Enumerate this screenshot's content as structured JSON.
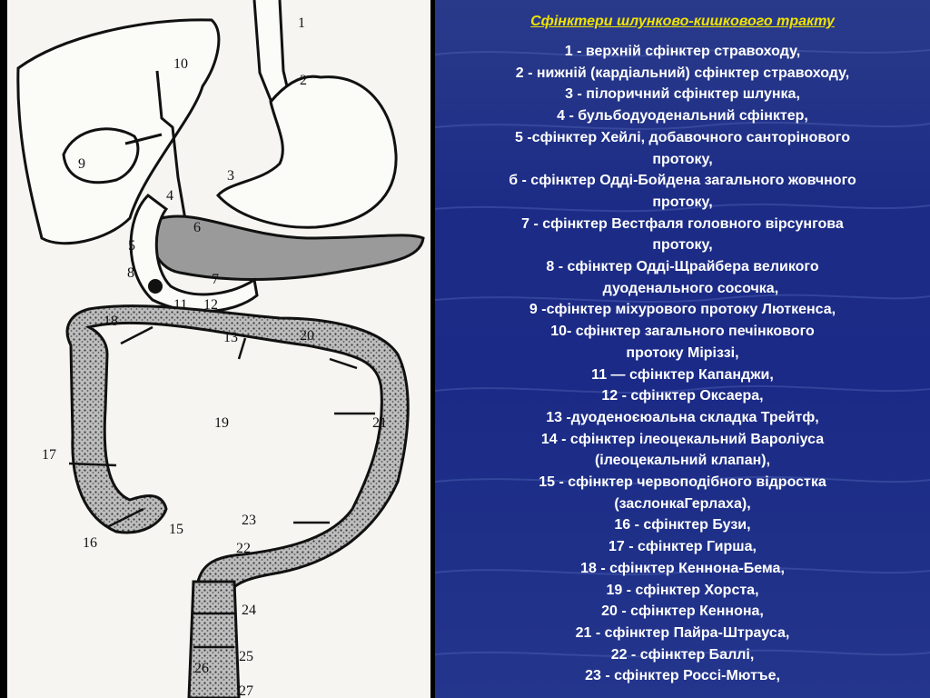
{
  "diagram": {
    "labels": [
      "1",
      "2",
      "3",
      "4",
      "5",
      "6",
      "7",
      "8",
      "9",
      "10",
      "11",
      "12",
      "13",
      "18",
      "19",
      "20",
      "21",
      "17",
      "15",
      "16",
      "23",
      "22",
      "24",
      "25",
      "26",
      "27"
    ]
  },
  "legend": {
    "title": "Сфінктери шлунково-кишкового тракту",
    "lines": [
      "1 - верхній сфінктер стравоходу,",
      "2 - нижній (кардіальний) сфінктер стравоходу,",
      "3 - пілоричний сфінктер шлунка,",
      "4 - бульбодуоденальний сфінктер,",
      "5 -сфінктер Хейлі, добавочного санторінового",
      "протоку,",
      "б - сфінктер Одді-Бойдена загального жовчного",
      "протоку,",
      "7 - сфінктер Вестфаля головного вірсунгова",
      "протоку,",
      "8 - сфінктер Одді-Щрайбера великого",
      "    дуоденального сосочка,",
      "9 -сфінктер міхурового протоку Люткенса,",
      "10- сфінктер загального печінкового",
      "протоку Міріззі,",
      "11 — сфінктер Капанджи,",
      "12 - сфінктер Оксаера,",
      "13 -дуоденоєюальна складка Трейтф,",
      "14 - сфінктер ілеоцекальний Вароліуса",
      "(ілеоцекальний клапан),",
      "15 - сфінктер червоподібного відростка",
      "(заслонкаГерлаха),",
      "16 - сфінктер Бузи,",
      "17 - сфінктер Гирша,",
      "18 - сфінктер Кеннона-Бема,",
      "19 - сфінктер Хорста,",
      "20 - сфінктер Кеннона,",
      "21 - сфінктер Пайра-Штрауса,",
      "22 - сфінктер Баллі,",
      "23 - сфінктер Россі-Мютъе,"
    ]
  }
}
